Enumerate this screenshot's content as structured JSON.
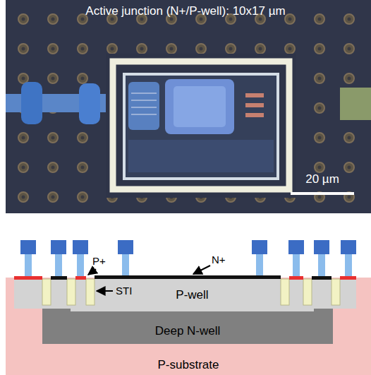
{
  "diagram": {
    "nodes": [
      {
        "text": [
          "P-substrate"
        ]
      },
      {
        "text": [
          "Deep N-well"
        ],
        "in": 0
      },
      {
        "text": [
          "P-well"
        ],
        "in": 1
      }
    ],
    "labels": [
      "Active junction (N+/P-well): 10x17 µm",
      "20 µm",
      "P+",
      "N+",
      "STI"
    ]
  }
}
